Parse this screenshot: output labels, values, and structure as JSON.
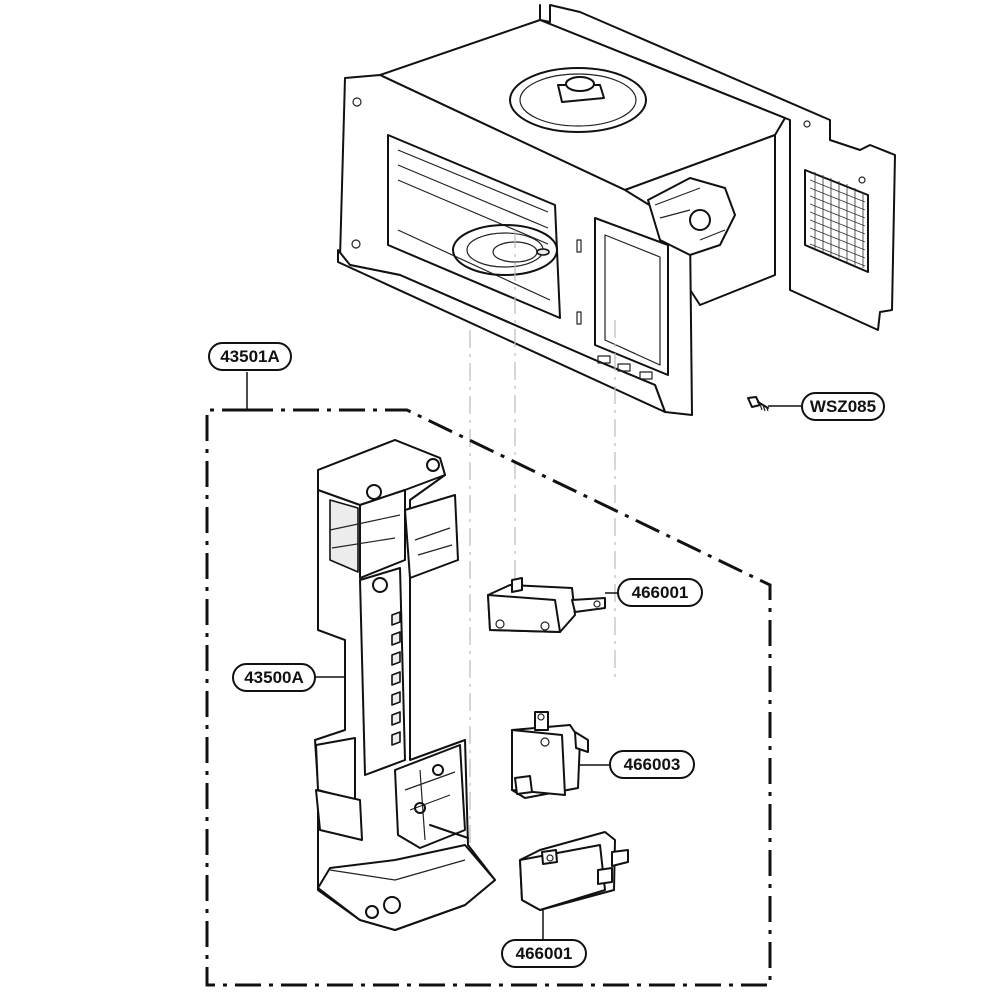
{
  "callouts": {
    "assembly": "43501A",
    "screw": "WSZ085",
    "latch_board": "43500A",
    "switch_top": "466001",
    "switch_middle": "466003",
    "switch_bottom": "466001"
  },
  "colors": {
    "line": "#111111",
    "background": "#ffffff",
    "ghost_line": "#bbbbbb"
  }
}
